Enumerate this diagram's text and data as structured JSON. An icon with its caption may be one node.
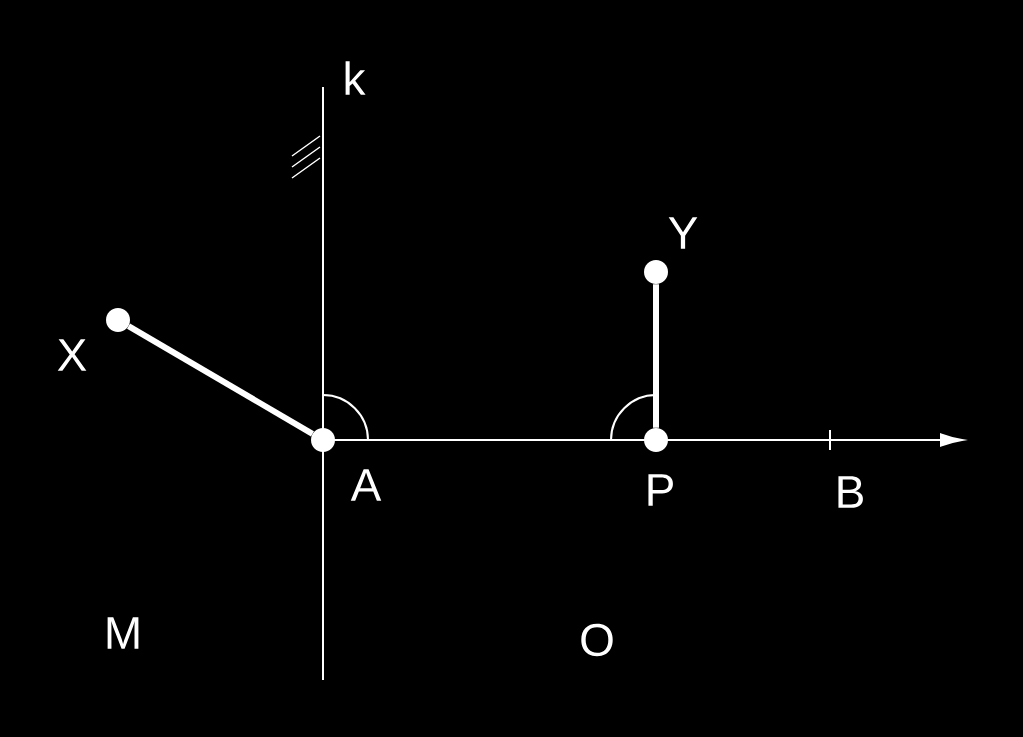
{
  "diagram": {
    "nodes": [
      {
        "text": [],
        "shape": "circle",
        "beside": [
          "X"
        ]
      },
      {
        "text": [],
        "shape": "circle",
        "beside": [
          "A"
        ]
      },
      {
        "text": [],
        "shape": "circle",
        "beside": [
          "P"
        ]
      },
      {
        "text": [],
        "shape": "circle",
        "beside": [
          "Y"
        ]
      }
    ],
    "edges": [
      {
        "from": 0,
        "to": 1,
        "arrow": "none"
      },
      {
        "from": 2,
        "to": 3,
        "arrow": "none"
      }
    ],
    "labels": [
      "k",
      "B",
      "M",
      "O"
    ]
  }
}
